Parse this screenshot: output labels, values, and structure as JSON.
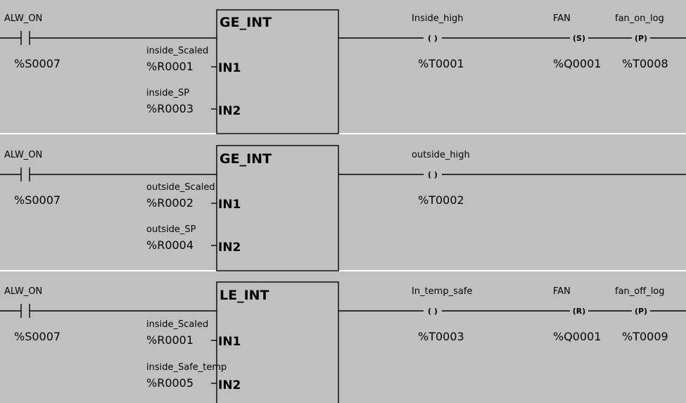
{
  "rungs": [
    {
      "contact": {
        "label": "ALW_ON",
        "address": "%S0007"
      },
      "block": {
        "name": "GE_INT",
        "in1": {
          "label": "inside_Scaled",
          "address": "%R0001",
          "pin": "IN1"
        },
        "in2": {
          "label": "inside_SP",
          "address": "%R0003",
          "pin": "IN2"
        }
      },
      "coils": [
        {
          "label": "Inside_high",
          "address": "%T0001",
          "symbol": "( )",
          "type": "normal"
        },
        {
          "label": "FAN",
          "address": "%Q0001",
          "symbol": "(S)",
          "type": "set"
        },
        {
          "label": "fan_on_log",
          "address": "%T0008",
          "symbol": "(P)",
          "type": "positive"
        }
      ]
    },
    {
      "contact": {
        "label": "ALW_ON",
        "address": "%S0007"
      },
      "block": {
        "name": "GE_INT",
        "in1": {
          "label": "outside_Scaled",
          "address": "%R0002",
          "pin": "IN1"
        },
        "in2": {
          "label": "outside_SP",
          "address": "%R0004",
          "pin": "IN2"
        }
      },
      "coils": [
        {
          "label": "outside_high",
          "address": "%T0002",
          "symbol": "( )",
          "type": "normal"
        }
      ]
    },
    {
      "contact": {
        "label": "ALW_ON",
        "address": "%S0007"
      },
      "block": {
        "name": "LE_INT",
        "in1": {
          "label": "inside_Scaled",
          "address": "%R0001",
          "pin": "IN1"
        },
        "in2": {
          "label": "inside_Safe_temp",
          "address": "%R0005",
          "pin": "IN2"
        }
      },
      "coils": [
        {
          "label": "In_temp_safe",
          "address": "%T0003",
          "symbol": "( )",
          "type": "normal"
        },
        {
          "label": "FAN",
          "address": "%Q0001",
          "symbol": "(R)",
          "type": "reset"
        },
        {
          "label": "fan_off_log",
          "address": "%T0009",
          "symbol": "(P)",
          "type": "positive"
        }
      ]
    }
  ]
}
